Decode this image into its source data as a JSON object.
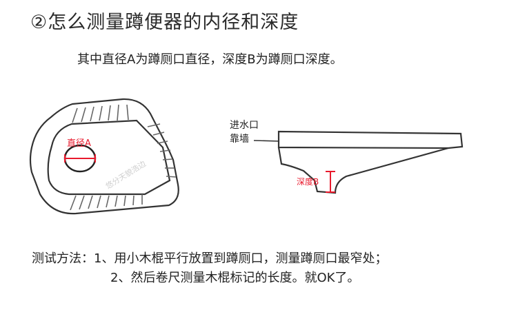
{
  "title": "②怎么测量蹲便器的内径和深度",
  "subtitle": "其中直径A为蹲厕口直径，深度B为蹲厕口深度。",
  "top_view": {
    "diameter_label": "直径A",
    "watermark": "悠分天貌浩边",
    "color_accent": "#e8192c"
  },
  "side_view": {
    "inlet_label_line1": "进水口",
    "inlet_label_line2": "靠墙",
    "depth_label": "深度B"
  },
  "method": {
    "step1": "测试方法：1、用小木棍平行放置到蹲厕口，测量蹲厕口最窄处；",
    "step2": "2、然后卷尺测量木棍标记的长度。就OK了。"
  }
}
